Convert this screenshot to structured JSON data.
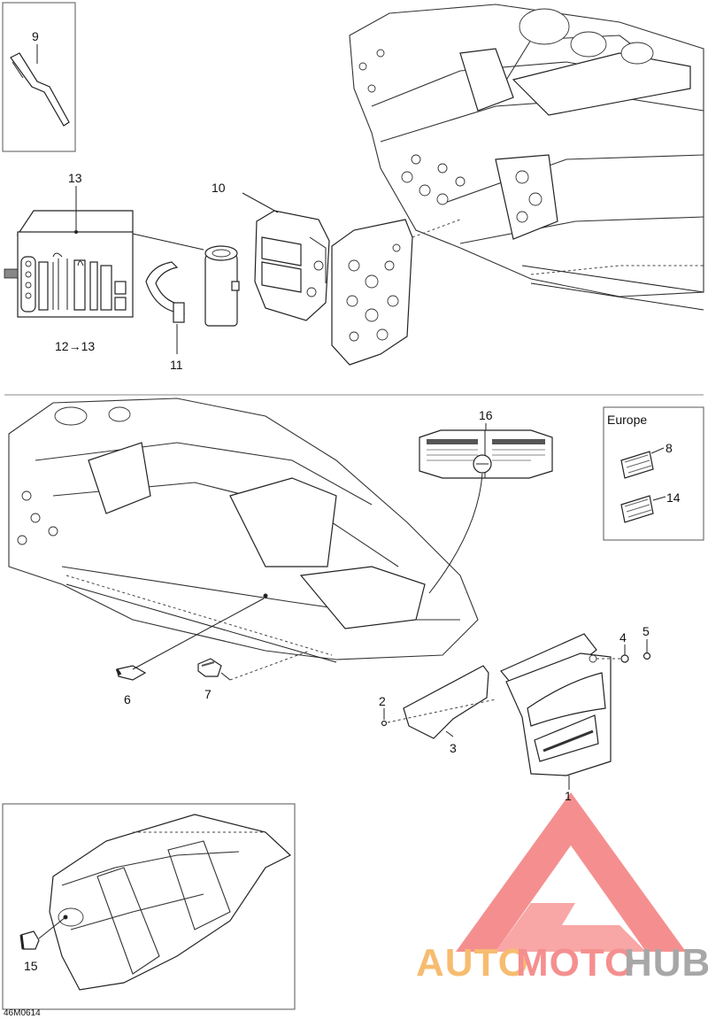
{
  "callouts": {
    "c1": "1",
    "c2": "2",
    "c3": "3",
    "c4": "4",
    "c5": "5",
    "c6": "6",
    "c7": "7",
    "c8": "8",
    "c9": "9",
    "c10": "10",
    "c11": "11",
    "c12": "12→13",
    "c13": "13",
    "c14": "14",
    "c15": "15",
    "c16": "16"
  },
  "europe_label": "Europe",
  "figure_code": "46M0614",
  "watermark": {
    "part1": "AUTO",
    "part2": "MOTO",
    "part3": "HUB"
  },
  "colors": {
    "watermark_red": "#f26a6a",
    "watermark_orange": "#f5a641",
    "watermark_gray": "#8a8a8a"
  }
}
